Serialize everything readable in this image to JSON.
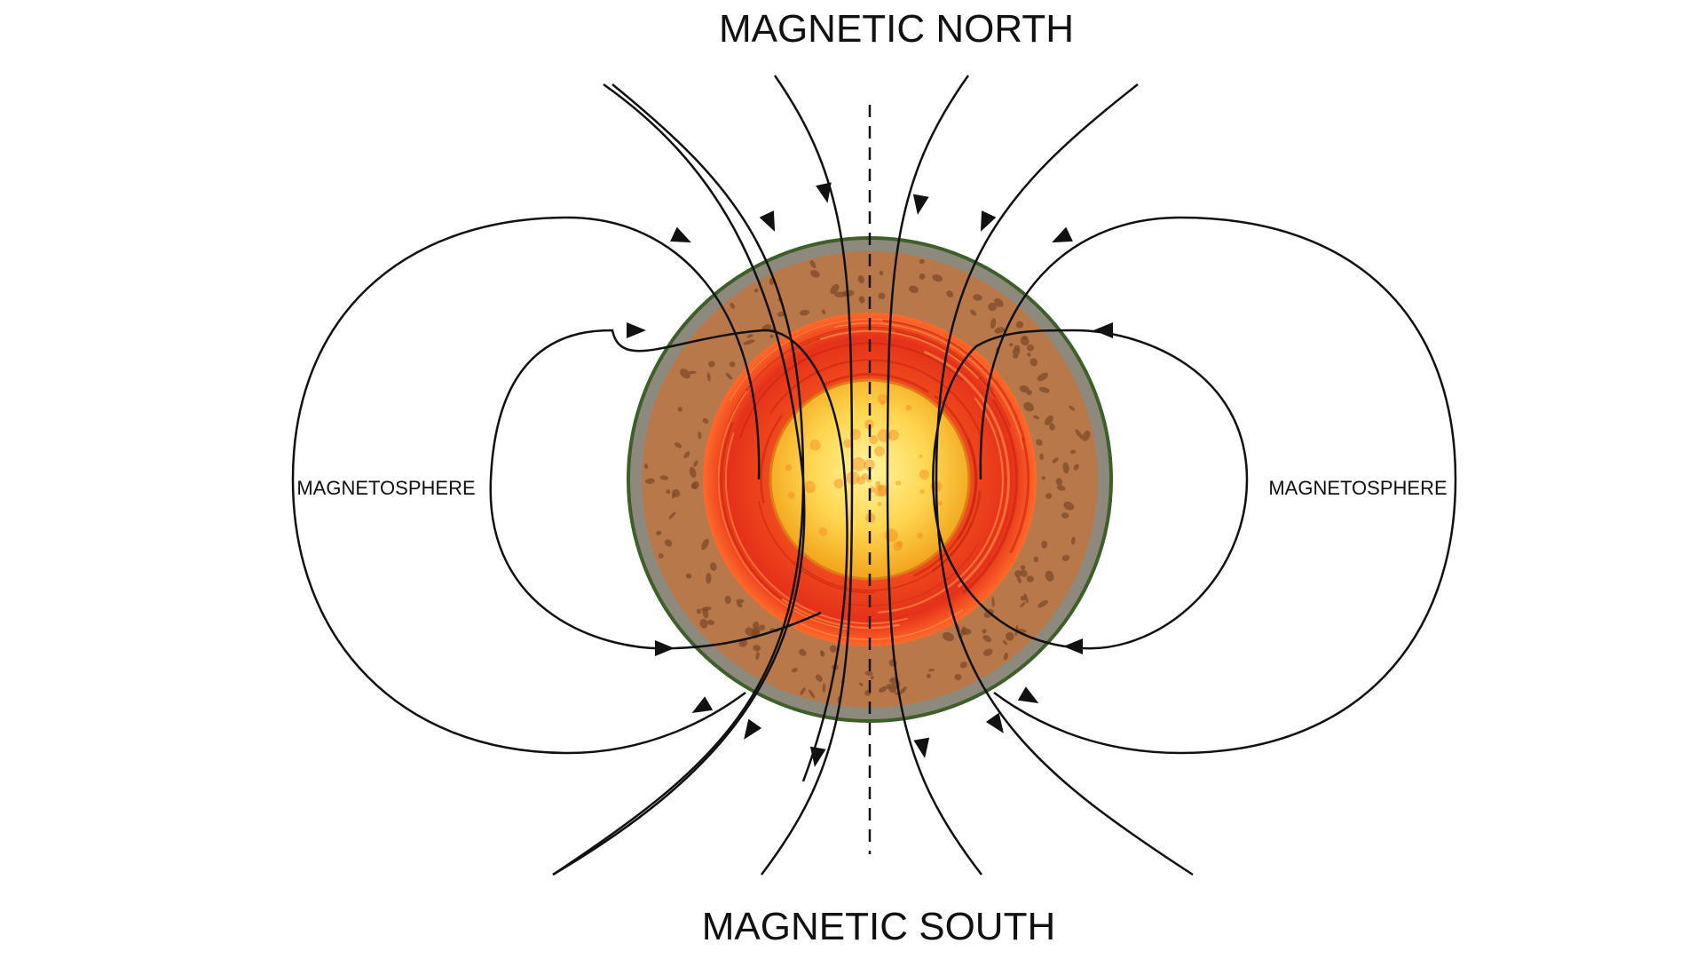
{
  "labels": {
    "north": "MAGNETIC NORTH",
    "south": "MAGNETIC SOUTH",
    "left_region": "MAGNETOSPHERE",
    "right_region": "MAGNETOSPHERE"
  },
  "colors": {
    "background": "#ffffff",
    "line": "#111111",
    "crust_outline": "#3f5e2a",
    "crust": "#8e8a7c",
    "mantle": "#b8784a",
    "mantle_spot": "#7f4b2a",
    "outer_core": "#e8331a",
    "outer_core_streak": "#ff7a3a",
    "inner_core_center": "#fff176",
    "inner_core_edge": "#f3a51b"
  },
  "layers": [
    "crust",
    "mantle",
    "outer-core",
    "inner-core"
  ]
}
